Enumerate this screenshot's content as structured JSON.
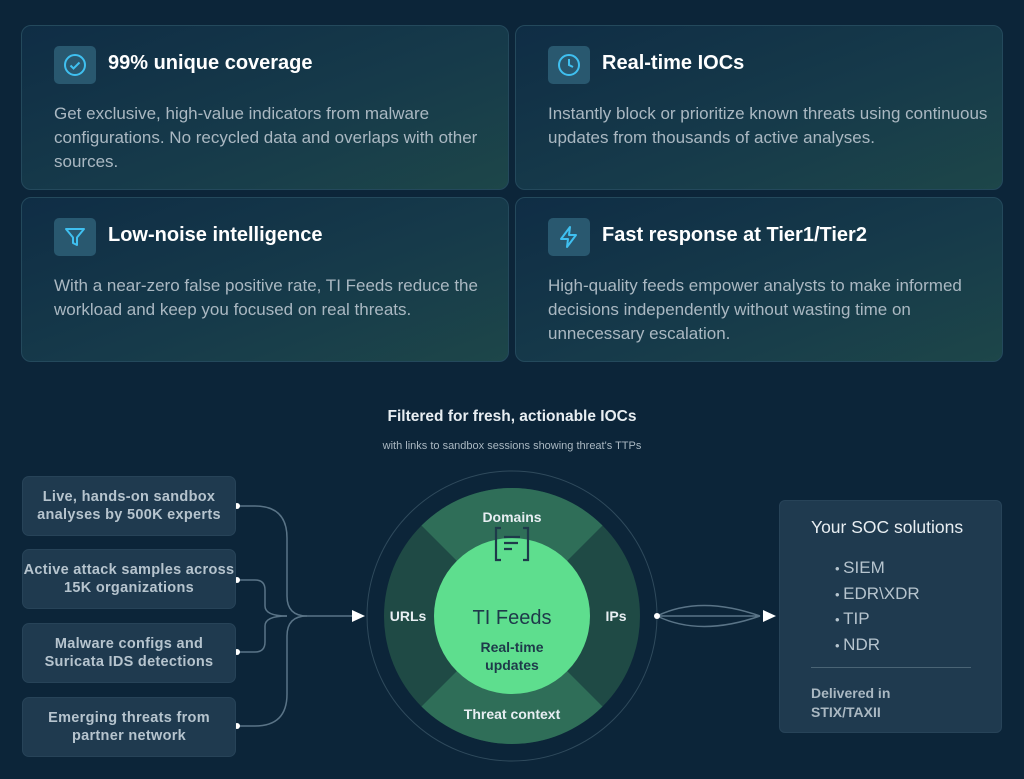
{
  "features": [
    {
      "title": "99% unique coverage",
      "icon": "check-circle-icon",
      "body": "Get exclusive, high-value indicators from malware configurations. No recycled data and overlaps with other sources."
    },
    {
      "title": "Real-time IOCs",
      "icon": "clock-icon",
      "body": "Instantly block or prioritize known threats using continuous updates from thousands of active analyses."
    },
    {
      "title": "Low-noise intelligence",
      "icon": "filter-icon",
      "body": "With a near-zero false positive rate, TI Feeds reduce the workload and keep you focused on real threats."
    },
    {
      "title": "Fast response at Tier1/Tier2",
      "icon": "lightning-icon",
      "body": "High-quality feeds empower analysts to make informed decisions independently without wasting time on unnecessary escalation."
    }
  ],
  "diagram": {
    "title": "Filtered for fresh, actionable IOCs",
    "subtitle": "with links to sandbox sessions showing threat's TTPs",
    "sources": [
      "Live, hands-on sandbox analyses by 500K experts",
      "Active attack samples across 15K organizations",
      "Malware configs and Suricata IDS detections",
      "Emerging threats from partner network"
    ],
    "hub": {
      "title": "TI Feeds",
      "subtitle": "Real-time updates",
      "top": "Domains",
      "left": "URLs",
      "right": "IPs",
      "bottom": "Threat context"
    },
    "soc": {
      "title": "Your SOC solutions",
      "items": [
        "SIEM",
        "EDR\\XDR",
        "TIP",
        "NDR"
      ],
      "delivery": "Delivered in STIX/TAXII"
    }
  },
  "colors": {
    "background": "#0c2539",
    "accent": "#3fc0f0",
    "hub": "#5ede8e"
  }
}
